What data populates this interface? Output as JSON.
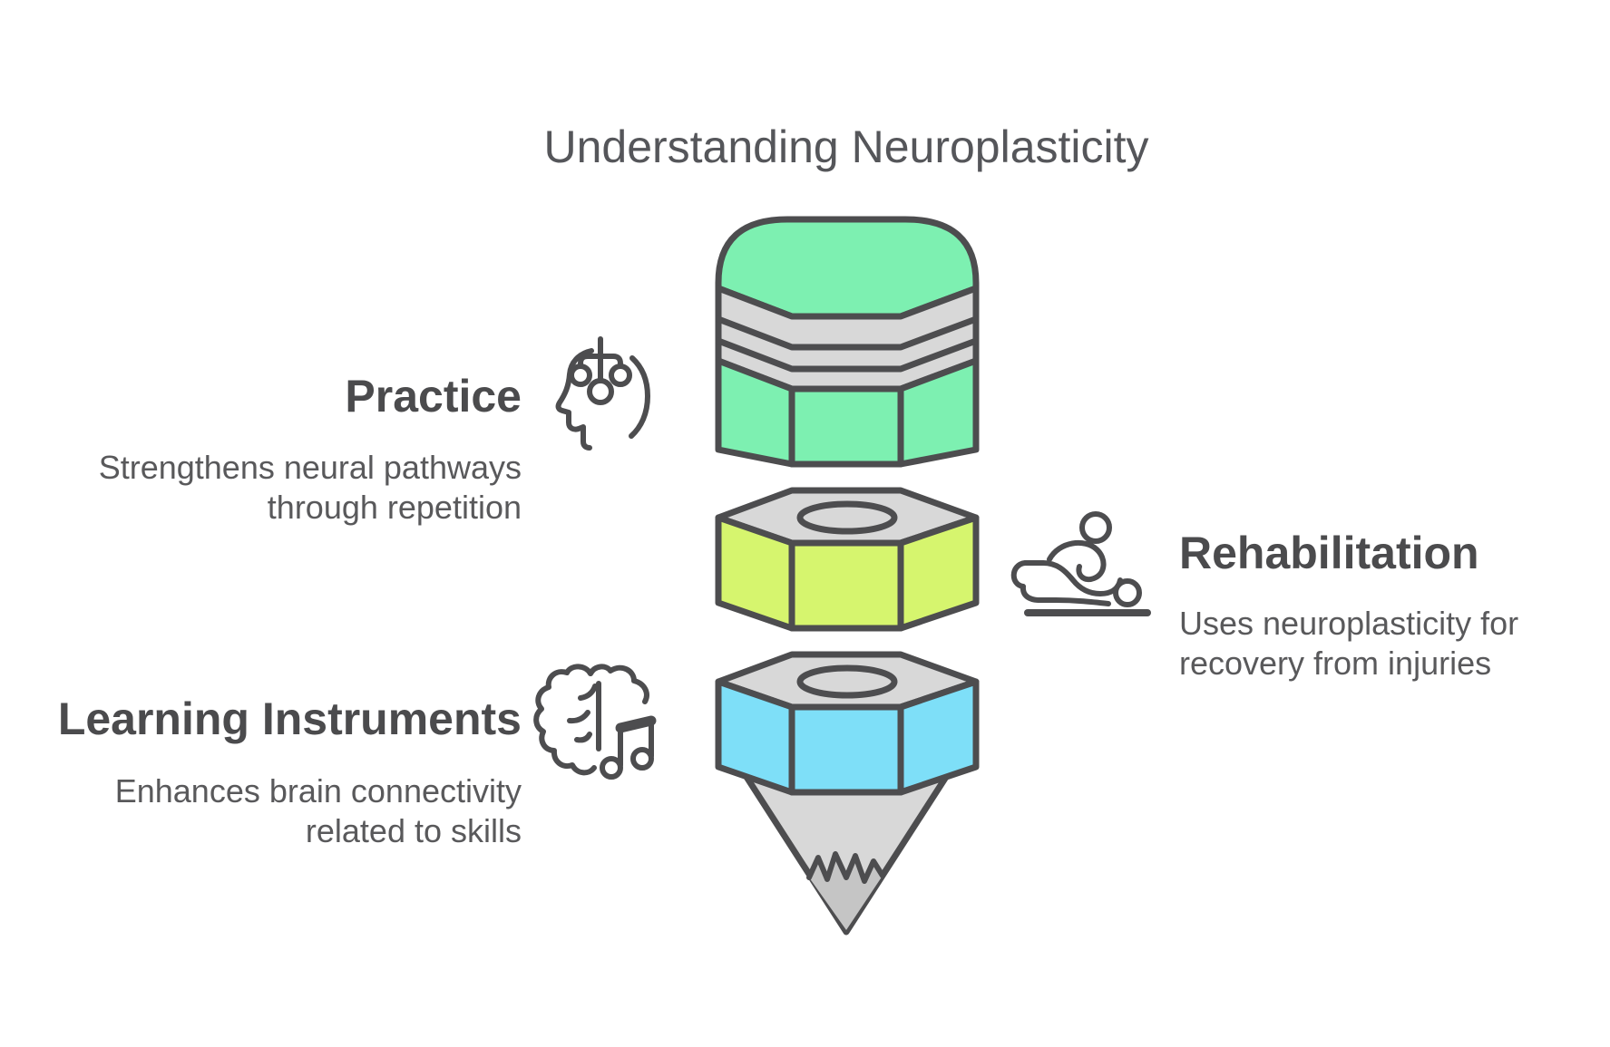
{
  "title": "Understanding Neuroplasticity",
  "colors": {
    "mint": "#7df0b1",
    "lime": "#d6f56e",
    "sky": "#7edff8",
    "metal": "#d8d8d8",
    "graphite": "#c5c5c5",
    "outline": "#4d4d4f",
    "heading_text": "#4b4b4d",
    "body_text": "#59595b",
    "title_text": "#55565a"
  },
  "pencil": {
    "segments": [
      {
        "name": "eraser-dome",
        "color_key": "mint"
      },
      {
        "name": "ferrule-band",
        "color_key": "metal"
      },
      {
        "name": "eraser-hex-body",
        "color_key": "mint"
      },
      {
        "name": "upper-hex-nut",
        "color_key": "lime"
      },
      {
        "name": "lower-hex-nut",
        "color_key": "sky"
      },
      {
        "name": "pencil-tip-cone",
        "color_key": "metal"
      },
      {
        "name": "graphite-tip",
        "color_key": "graphite"
      }
    ]
  },
  "sections": [
    {
      "id": "practice",
      "heading": "Practice",
      "description_lines": [
        "Strengthens neural pathways",
        "through repetition"
      ],
      "icon": "head-circuit-icon",
      "side": "left"
    },
    {
      "id": "rehabilitation",
      "heading": "Rehabilitation",
      "description_lines": [
        "Uses neuroplasticity for",
        "recovery from injuries"
      ],
      "icon": "physiotherapy-icon",
      "side": "right"
    },
    {
      "id": "learning-instruments",
      "heading": "Learning Instruments",
      "description_lines": [
        "Enhances brain connectivity",
        "related to skills"
      ],
      "icon": "brain-music-icon",
      "side": "left"
    }
  ]
}
